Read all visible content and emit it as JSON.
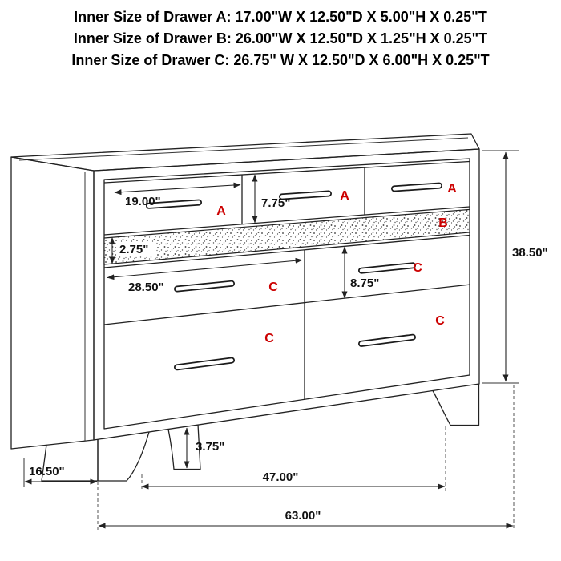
{
  "header": {
    "line1": "Inner Size of Drawer A: 17.00\"W X 12.50\"D X 5.00\"H X 0.25\"T",
    "line2": "Inner Size of Drawer B: 26.00\"W X 12.50\"D X 1.25\"H X 0.25\"T",
    "line3": "Inner Size of Drawer C: 26.75\" W X 12.50\"D X 6.00\"H X 0.25\"T"
  },
  "drawer_labels": {
    "a": "A",
    "b": "B",
    "c": "C"
  },
  "dimensions": {
    "drawer_a_width": "19.00\"",
    "drawer_a_height": "7.75\"",
    "drawer_b_height": "2.75\"",
    "drawer_c_width": "28.50\"",
    "drawer_c_height": "8.75\"",
    "overall_height": "38.50\"",
    "foot_height": "3.75\"",
    "side_depth": "16.50\"",
    "leg_span_width": "47.00\"",
    "overall_width": "63.00\""
  },
  "colors": {
    "label_red": "#cc0000",
    "line_dark": "#222222"
  }
}
